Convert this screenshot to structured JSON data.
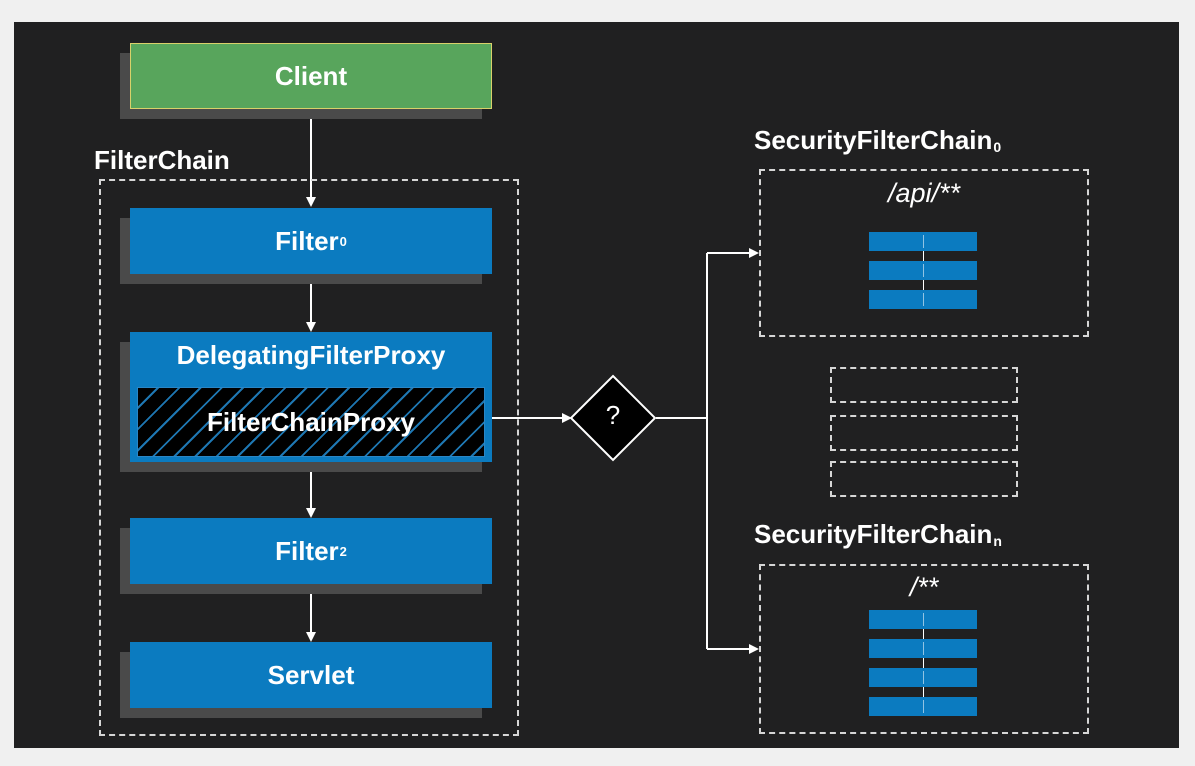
{
  "diagram": {
    "client": {
      "label": "Client"
    },
    "filter_chain": {
      "label": "FilterChain"
    },
    "filter0": {
      "label": "Filter",
      "sub": "0"
    },
    "delegating_proxy": {
      "label": "DelegatingFilterProxy"
    },
    "filter_chain_proxy": {
      "label": "FilterChainProxy"
    },
    "filter2": {
      "label": "Filter",
      "sub": "2"
    },
    "servlet": {
      "label": "Servlet"
    },
    "decision": {
      "label": "?"
    },
    "security_chain_0": {
      "label": "SecurityFilterChain",
      "sub": "0",
      "pattern": "/api/**",
      "filter_count": 3
    },
    "security_chain_n": {
      "label": "SecurityFilterChain",
      "sub": "n",
      "pattern": "/**",
      "filter_count": 4
    },
    "placeholder_chain_count": 3
  },
  "colors": {
    "background": "#202021",
    "filter_blue": "#0b7bc0",
    "client_green": "#58a55c",
    "line_white": "#ffffff"
  }
}
